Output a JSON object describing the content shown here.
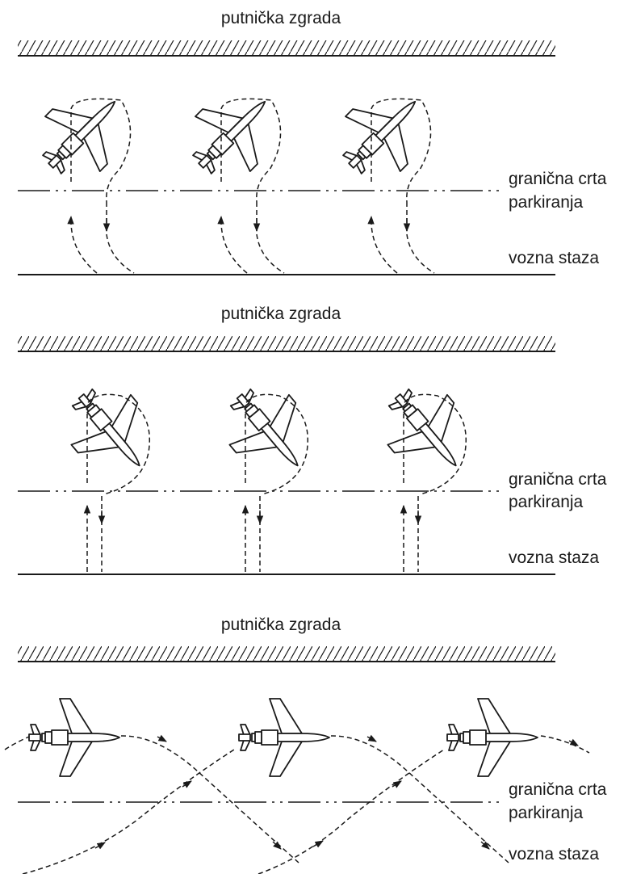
{
  "panels": [
    {
      "building_label": "putnička zgrada",
      "boundary_label": [
        "granična crta",
        "parkiranja"
      ],
      "taxiway_label": "vozna staza"
    },
    {
      "building_label": "putnička zgrada",
      "boundary_label": [
        "granična crta",
        "parkiranja"
      ],
      "taxiway_label": "vozna staza"
    },
    {
      "building_label": "putnička zgrada",
      "boundary_label": [
        "granična crta",
        "parkiranja"
      ],
      "taxiway_label": "vozna staza"
    }
  ],
  "colors": {
    "ink": "#1a1a1a",
    "background": "#ffffff"
  }
}
